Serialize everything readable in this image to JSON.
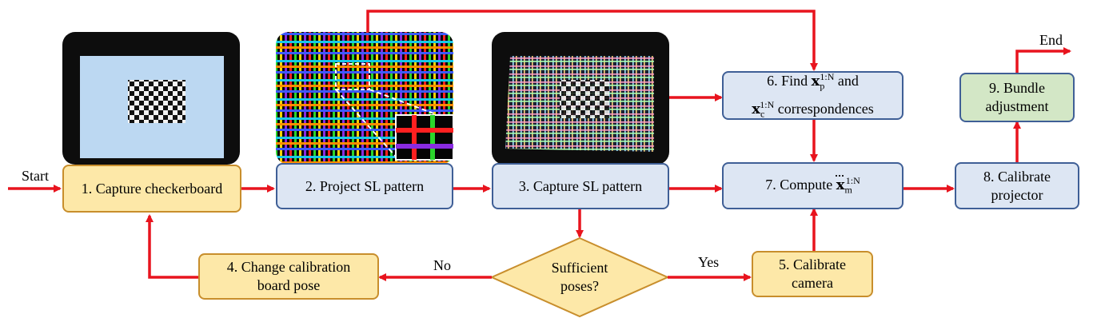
{
  "colors": {
    "arrow": "#e8141e",
    "step_fill_yellow": "#fde8a8",
    "step_fill_blue": "#dde6f3",
    "step_fill_green": "#d3e7c6",
    "step_border_yellow": "#c88e2c",
    "step_border_blue": "#3f5f96"
  },
  "labels": {
    "start": "Start",
    "end": "End",
    "no": "No",
    "yes": "Yes"
  },
  "steps": {
    "s1": "1. Capture checkerboard",
    "s2": "2. Project SL pattern",
    "s3": "3. Capture SL pattern",
    "s4_line1": "4. Change calibration",
    "s4_line2": "board pose",
    "s5_line1": "5. Calibrate",
    "s5_line2": "camera",
    "s6_prefix": "6. Find",
    "s6_mid": "and",
    "s6_suffix": "correspondences",
    "s7_prefix": "7. Compute",
    "s8_line1": "8. Calibrate",
    "s8_line2": "projector",
    "s9_line1": "9. Bundle",
    "s9_line2": "adjustment",
    "decision_line1": "Sufficient",
    "decision_line2": "poses?"
  },
  "math": {
    "x_symbol": "x",
    "sub_p": "p",
    "sub_c": "c",
    "sub_m": "m",
    "sup_range": "1:N"
  },
  "photos": {
    "checkerboard": "checkerboard photo",
    "sl_pattern": "structured-light pattern",
    "sl_capture": "captured SL pattern"
  }
}
